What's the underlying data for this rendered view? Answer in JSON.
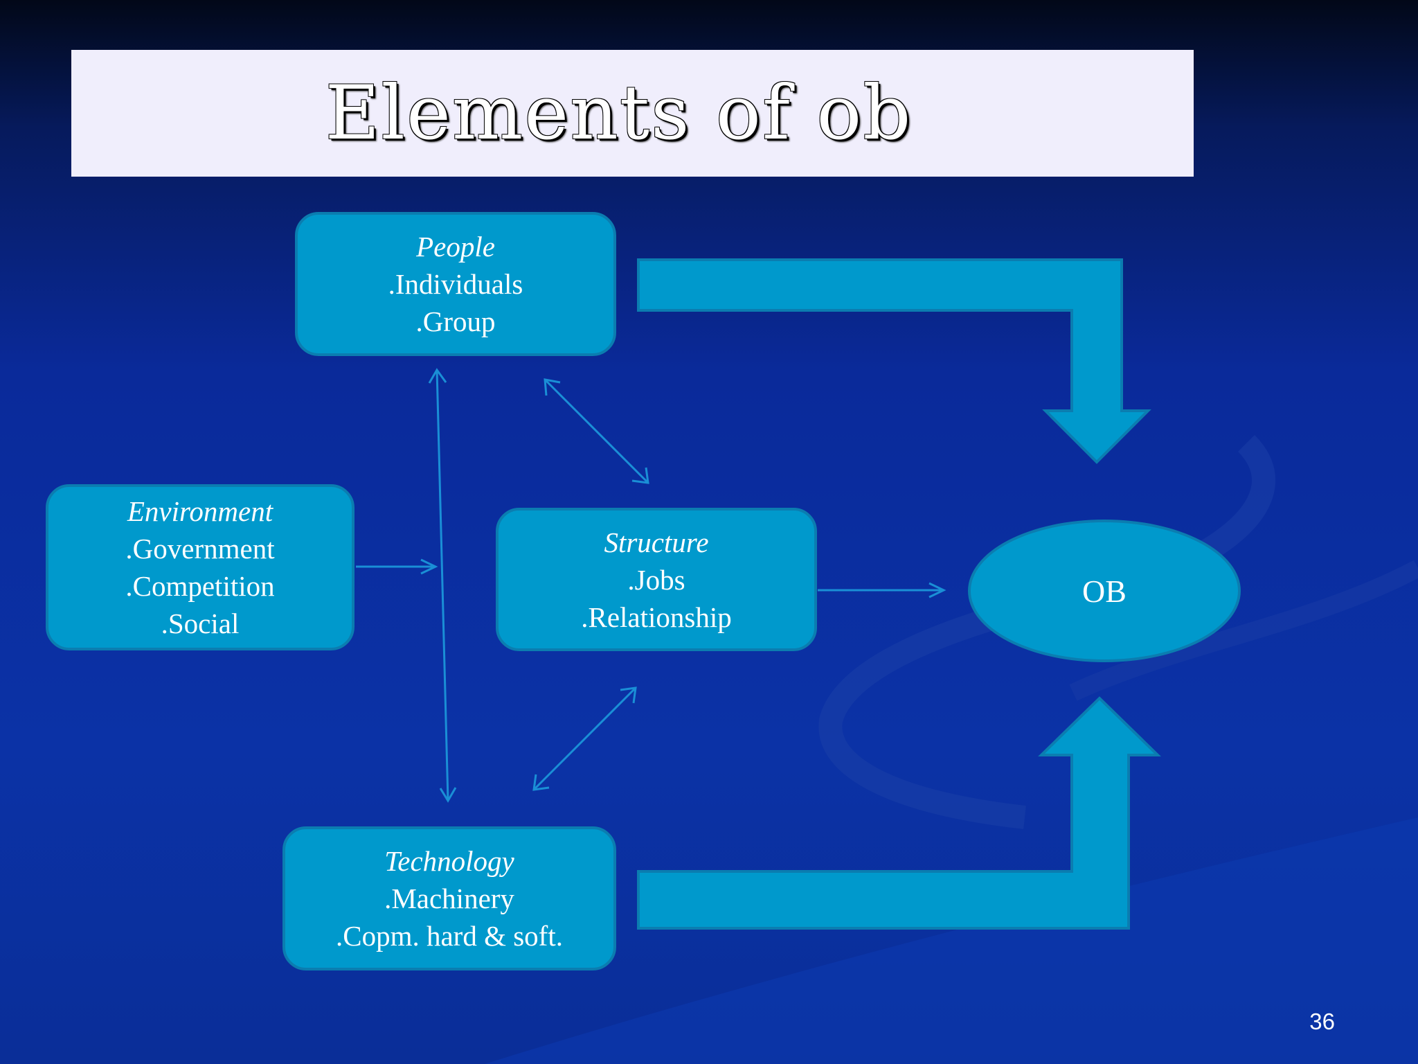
{
  "slide": {
    "title": "Elements of ob",
    "page_number": "36"
  },
  "boxes": {
    "people": {
      "header": "People",
      "items": [
        ".Individuals",
        ".Group"
      ]
    },
    "environment": {
      "header": "Environment",
      "items": [
        ".Government",
        ".Competition",
        ".Social"
      ]
    },
    "structure": {
      "header": "Structure",
      "items": [
        ".Jobs",
        ".Relationship"
      ]
    },
    "technology": {
      "header": "Technology",
      "items": [
        ".Machinery",
        ".Copm. hard & soft."
      ]
    },
    "outcome": {
      "label": "OB"
    }
  },
  "colors": {
    "box_fill": "#0099cc",
    "box_border": "#0b7db0",
    "arrow_line": "#1a8fd6",
    "background": "#0a2e98",
    "title_band": "#f0eefc"
  }
}
